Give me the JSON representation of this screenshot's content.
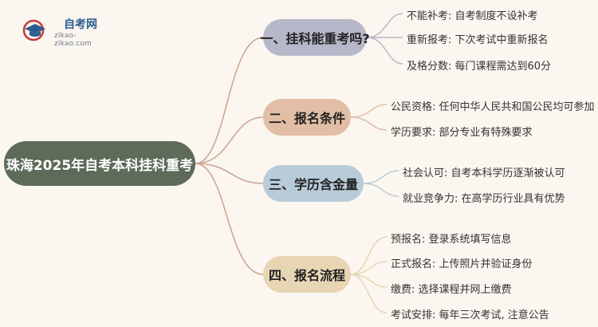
{
  "logo": {
    "title": "自考网",
    "url": "zikao-zikao.com",
    "icon": "graduation-cap-icon"
  },
  "root": {
    "label": "珠海2025年自考本科挂科重考"
  },
  "branches": [
    {
      "label": "一、挂科能重考吗?",
      "color": "#b6b7c9",
      "leaves": [
        "不能补考: 自考制度不设补考",
        "重新报考: 下次考试中重新报名",
        "及格分数: 每门课程需达到60分"
      ]
    },
    {
      "label": "二、报名条件",
      "color": "#e2bea6",
      "leaves": [
        "公民资格: 任何中华人民共和国公民均可参加",
        "学历要求: 部分专业有特殊要求"
      ]
    },
    {
      "label": "三、学历含金量",
      "color": "#b8cbd8",
      "leaves": [
        "社会认可: 自考本科学历逐渐被认可",
        "就业竞争力: 在高学历行业具有优势"
      ]
    },
    {
      "label": "四、报名流程",
      "color": "#e8d5b3",
      "leaves": [
        "预报名: 登录系统填写信息",
        "正式报名: 上传照片并验证身份",
        "缴费: 选择课程并网上缴费",
        "考试安排: 每年三次考试, 注意公告"
      ]
    }
  ]
}
